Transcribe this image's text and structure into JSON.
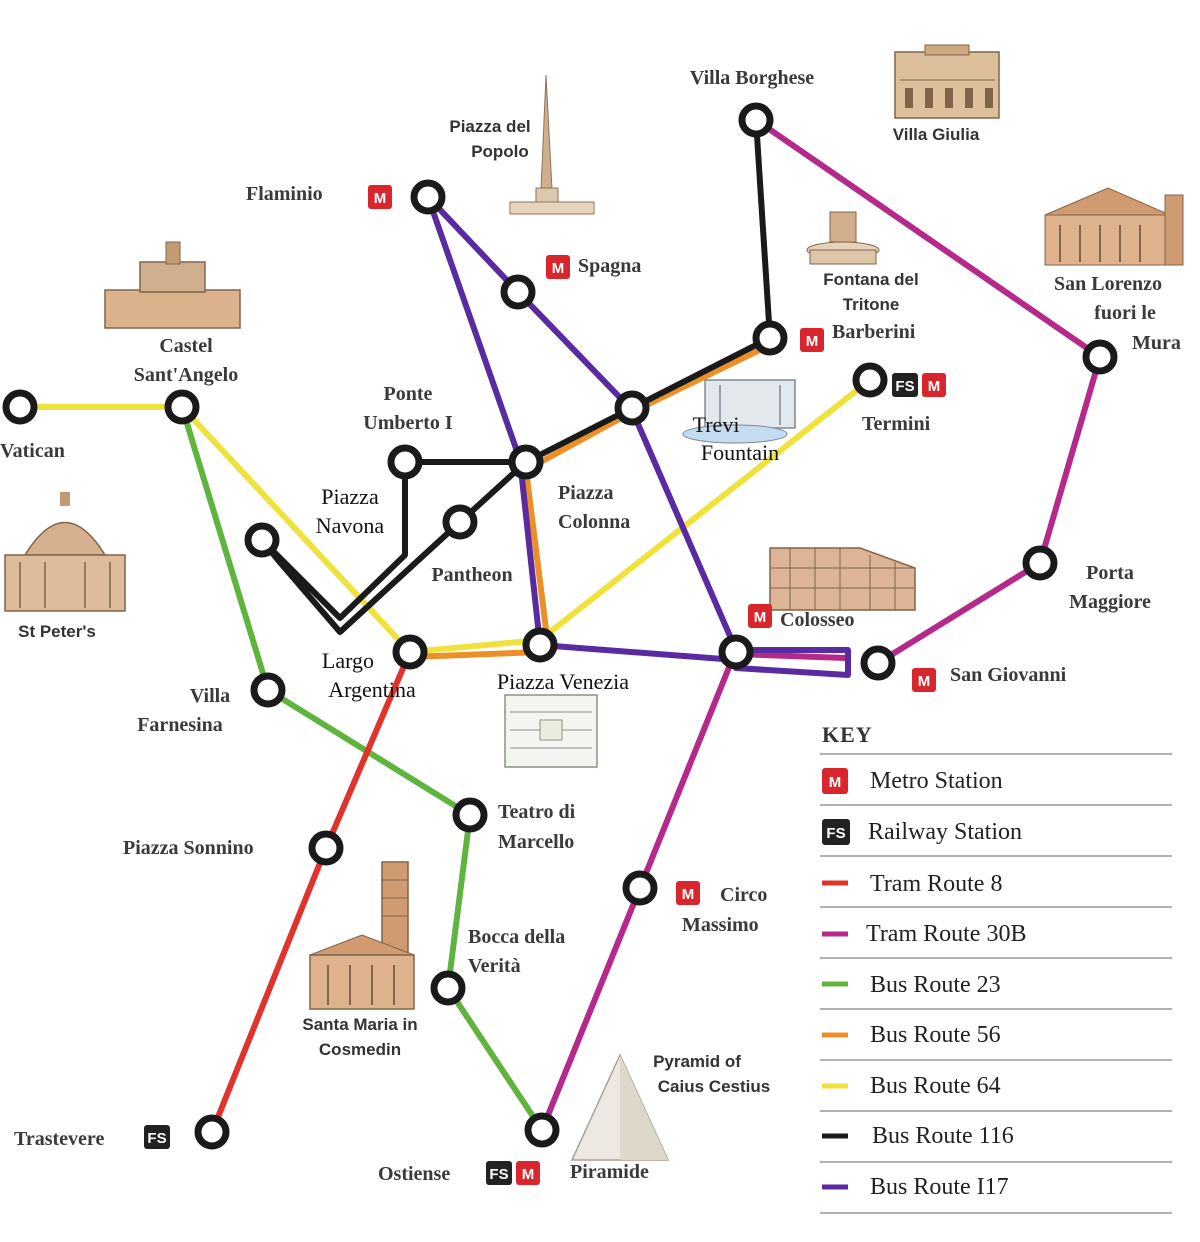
{
  "colors": {
    "tram8": "#e0332b",
    "tram30b": "#b4298a",
    "bus23": "#5fb43e",
    "bus56": "#ec8f26",
    "bus64": "#f0e23c",
    "bus116": "#1a1a1a",
    "bus117": "#5a2aa0",
    "metro_badge": "#d8262c",
    "fs_badge": "#222222"
  },
  "badges": {
    "metro": "M",
    "railway": "FS"
  },
  "stations": {
    "vatican": "Vatican",
    "castel1": "Castel",
    "castel2": "Sant'Angelo",
    "ponte1": "Ponte",
    "ponte2": "Umberto I",
    "navona1": "Piazza",
    "navona2": "Navona",
    "pantheon": "Pantheon",
    "flaminio": "Flaminio",
    "spagna": "Spagna",
    "villa_borghese": "Villa Borghese",
    "barberini": "Barberini",
    "termini": "Termini",
    "trevi1": "Trevi",
    "trevi2": "Fountain",
    "colonna1": "Piazza",
    "colonna2": "Colonna",
    "san_lorenzo1": "San Lorenzo",
    "san_lorenzo2": "fuori le",
    "san_lorenzo3": "Mura",
    "porta1": "Porta",
    "porta2": "Maggiore",
    "colosseo": "Colosseo",
    "san_giovanni": "San Giovanni",
    "largo1": "Largo",
    "largo2": "Argentina",
    "venezia": "Piazza Venezia",
    "farnesina1": "Villa",
    "farnesina2": "Farnesina",
    "marcello1": "Teatro di",
    "marcello2": "Marcello",
    "sonnino": "Piazza Sonnino",
    "circo1": "Circo",
    "circo2": "Massimo",
    "bocca1": "Bocca della",
    "bocca2": "Verità",
    "trastevere": "Trastevere",
    "ostiense": "Ostiense",
    "piramide": "Piramide"
  },
  "landmarks": {
    "popolo1": "Piazza del",
    "popolo2": "Popolo",
    "villa_giulia": "Villa Giulia",
    "tritone1": "Fontana del",
    "tritone2": "Tritone",
    "st_peters": "St Peter's",
    "santa_maria1": "Santa Maria in",
    "santa_maria2": "Cosmedin",
    "pyramid1": "Pyramid of",
    "pyramid2": "Caius Cestius"
  },
  "key": {
    "title": "KEY",
    "items": [
      {
        "label": "Metro Station",
        "symbol": "M"
      },
      {
        "label": "Railway Station",
        "symbol": "FS"
      },
      {
        "label": "Tram Route 8",
        "color": "#e0332b"
      },
      {
        "label": "Tram Route 30B",
        "color": "#b4298a"
      },
      {
        "label": "Bus Route 23",
        "color": "#5fb43e"
      },
      {
        "label": "Bus Route 56",
        "color": "#ec8f26"
      },
      {
        "label": "Bus Route 64",
        "color": "#f0e23c"
      },
      {
        "label": "Bus Route 116",
        "color": "#1a1a1a"
      },
      {
        "label": "Bus Route I17",
        "color": "#5a2aa0"
      }
    ]
  }
}
